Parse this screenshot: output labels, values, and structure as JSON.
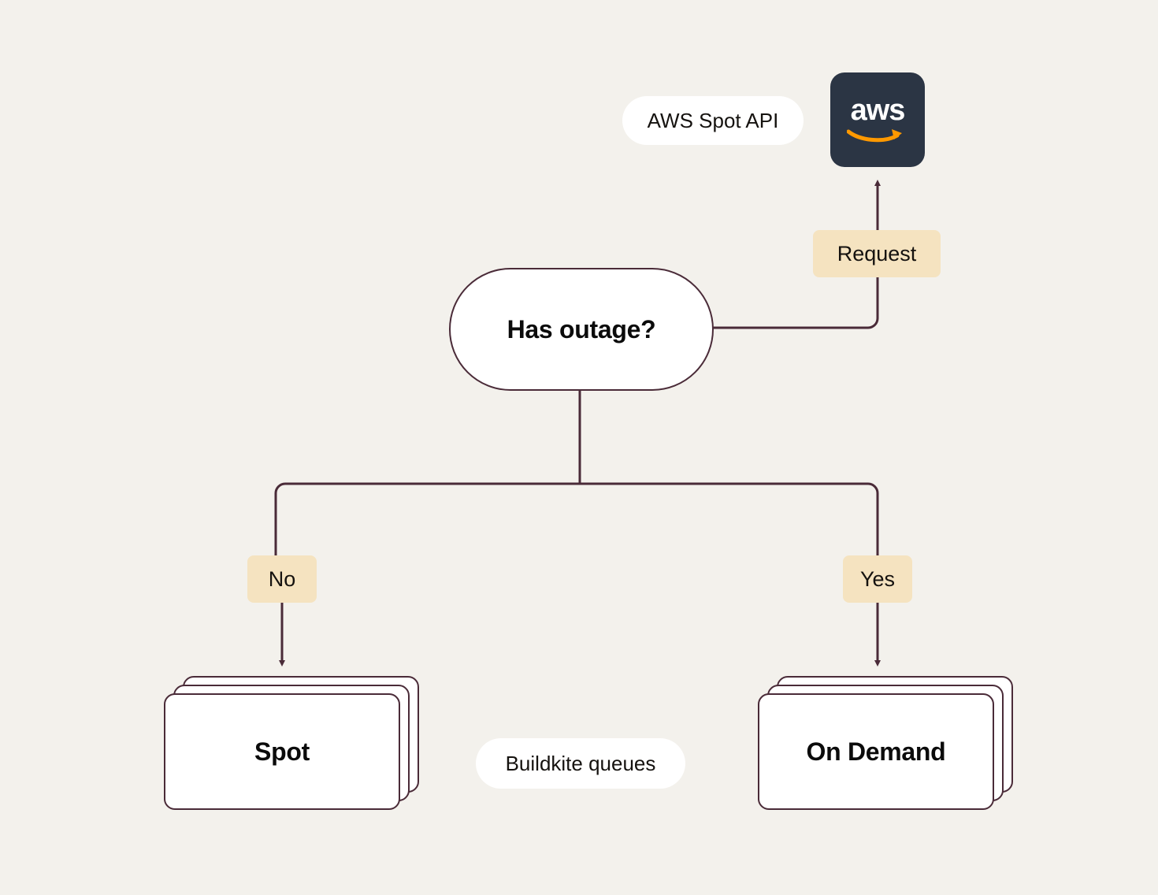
{
  "diagram": {
    "title": "Buildkite AWS spot / on-demand queue selection flow",
    "background_color": "#F3F1EC",
    "line_color": "#4A2B38",
    "badge_color": "#F5E3C0",
    "node_fill": "#FFFFFF",
    "aws_tile_color": "#2B3544",
    "aws_smile_color": "#FF9900"
  },
  "aws": {
    "wordmark": "aws",
    "icon_name": "aws-logo"
  },
  "captions": {
    "aws_spot_api": "AWS Spot API",
    "buildkite_queues": "Buildkite queues"
  },
  "decision": {
    "label": "Has outage?"
  },
  "edges": {
    "request": "Request",
    "no": "No",
    "yes": "Yes"
  },
  "outcomes": [
    {
      "label": "Spot",
      "branch": "No",
      "card_count": 3
    },
    {
      "label": "On Demand",
      "branch": "Yes",
      "card_count": 3
    }
  ]
}
